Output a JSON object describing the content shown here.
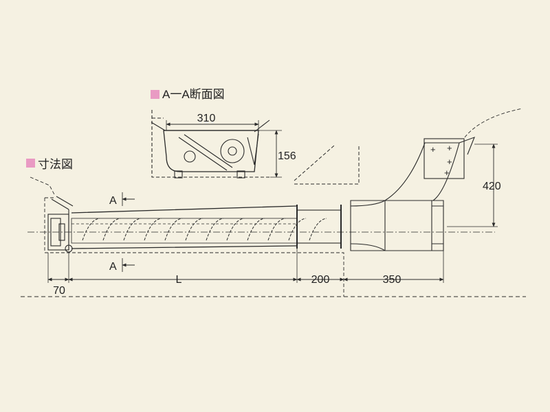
{
  "colors": {
    "background": "#f5f1e2",
    "line": "#2a2a2a",
    "marker": "#e99ac3"
  },
  "section_view": {
    "title": "A一A断面図",
    "width_dim": "310",
    "height_dim": "156"
  },
  "dimension_drawing": {
    "title": "寸法図",
    "section_mark_top": "A",
    "section_mark_bottom": "A",
    "dims": {
      "d70": "70",
      "dL": "L",
      "d200": "200",
      "d350": "350",
      "d420": "420"
    }
  }
}
